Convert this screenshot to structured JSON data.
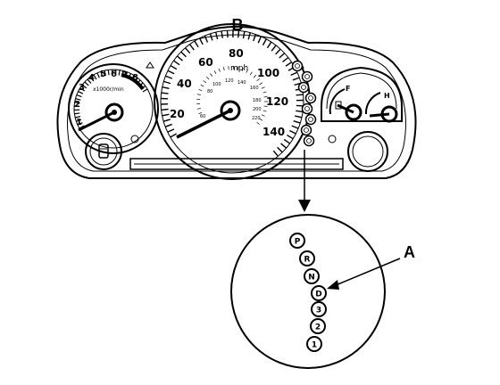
{
  "callouts": {
    "b": "B",
    "a": "A"
  },
  "speedometer": {
    "unit": "mph",
    "outer_labels": [
      "20",
      "40",
      "60",
      "80",
      "100",
      "120",
      "140"
    ],
    "inner_labels": [
      "60",
      "80",
      "100",
      "120",
      "140",
      "160",
      "180",
      "200",
      "220"
    ]
  },
  "tachometer": {
    "labels": [
      "1",
      "2",
      "3",
      "4",
      "5",
      "6",
      "7",
      "8"
    ],
    "caption": "x1000r/min"
  },
  "gauges": {
    "fuel_full": "F",
    "temp_hot": "H"
  },
  "gear_indicator": {
    "positions": [
      "P",
      "R",
      "N",
      "D",
      "3",
      "2",
      "1"
    ]
  },
  "colors": {
    "line": "#000000",
    "background": "#ffffff"
  }
}
